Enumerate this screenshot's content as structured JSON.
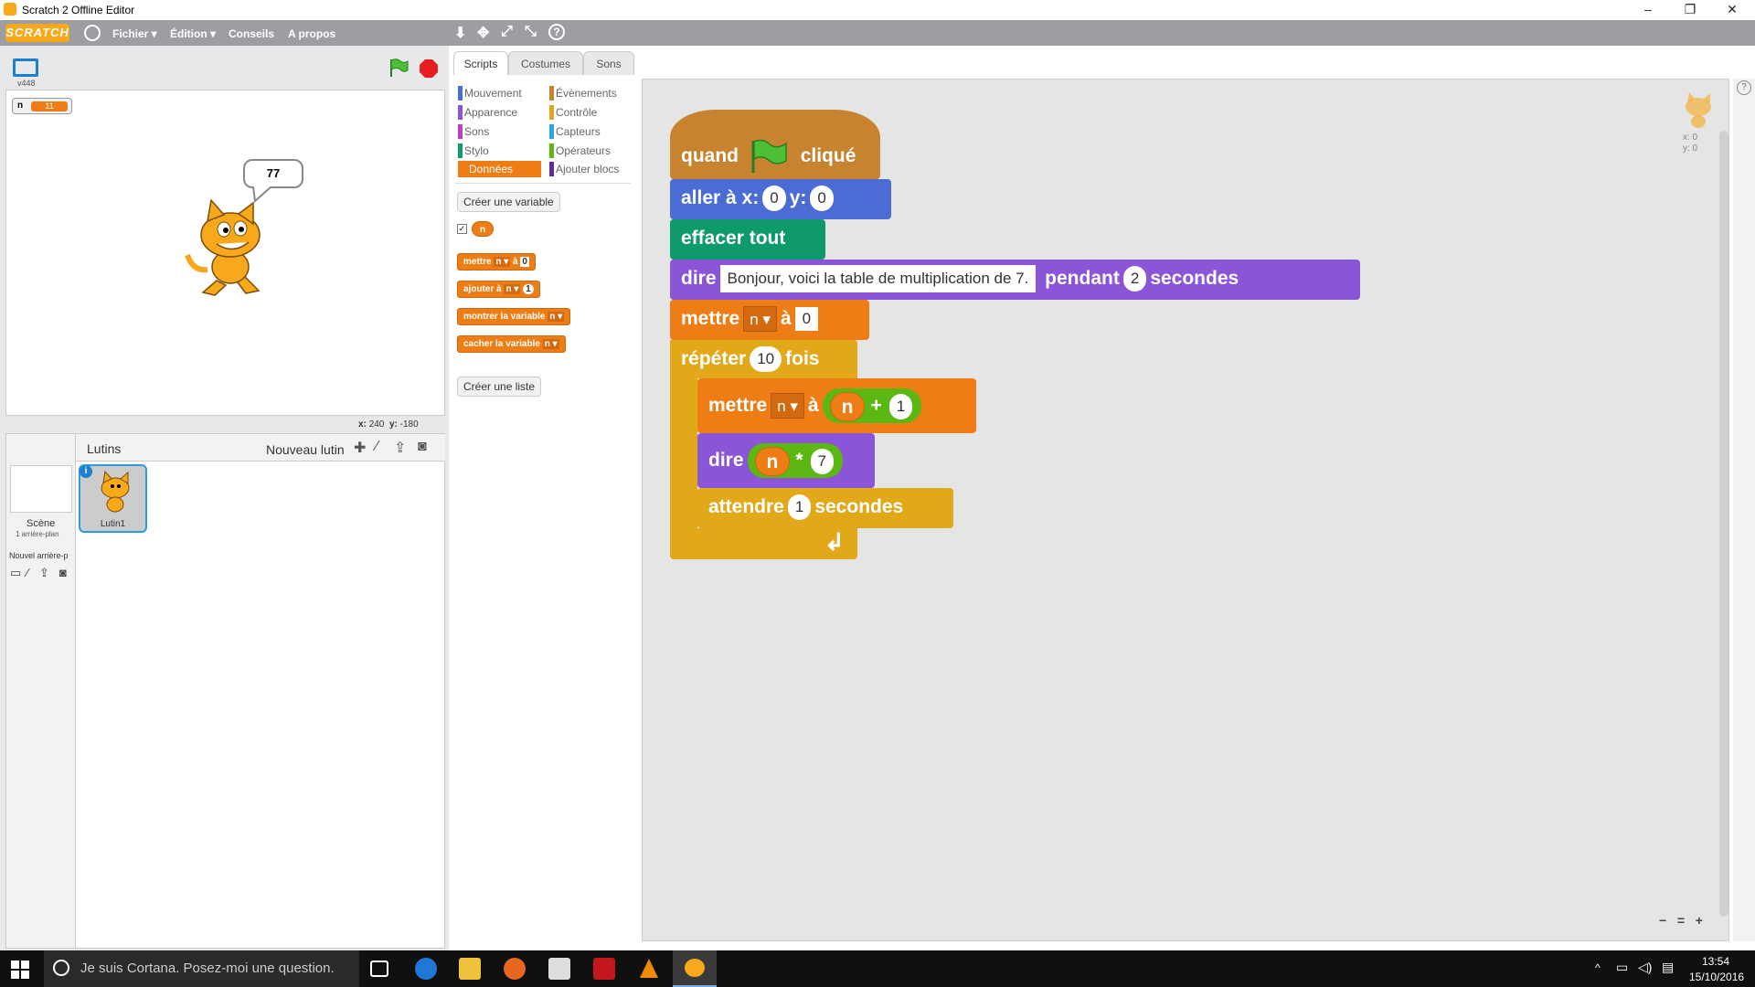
{
  "window": {
    "title": "Scratch 2 Offline Editor",
    "minimize": "–",
    "restore": "❐",
    "close": "✕"
  },
  "menubar": {
    "logo": "SCRATCH",
    "menus": [
      "Fichier ▾",
      "Édition ▾",
      "Conseils",
      "A propos"
    ],
    "tools": [
      "⬇",
      "✥",
      "⤢",
      "⤡",
      "?"
    ]
  },
  "stage": {
    "version": "v448",
    "variable_watcher": {
      "name": "n",
      "value": "11"
    },
    "speech_bubble": "77",
    "coords": {
      "x_label": "x:",
      "x": "240",
      "y_label": "y:",
      "y": "-180"
    }
  },
  "sprites": {
    "header": "Lutins",
    "new_sprite_label": "Nouveau lutin",
    "scene": {
      "label": "Scène",
      "sub": "1 arrière-plan"
    },
    "new_backdrop_label": "Nouvel arrière-p",
    "items": [
      {
        "name": "Lutin1"
      }
    ]
  },
  "tabs": [
    "Scripts",
    "Costumes",
    "Sons"
  ],
  "categories": {
    "left": [
      {
        "label": "Mouvement",
        "color": "#4a6cd4"
      },
      {
        "label": "Apparence",
        "color": "#8a55d7"
      },
      {
        "label": "Sons",
        "color": "#bb42c3"
      },
      {
        "label": "Stylo",
        "color": "#0e9a6c"
      },
      {
        "label": "Données",
        "color": "#ee7d16"
      }
    ],
    "right": [
      {
        "label": "Évènements",
        "color": "#c88330"
      },
      {
        "label": "Contrôle",
        "color": "#e1a91a"
      },
      {
        "label": "Capteurs",
        "color": "#2ca5e2"
      },
      {
        "label": "Opérateurs",
        "color": "#5cb712"
      },
      {
        "label": "Ajouter blocs",
        "color": "#632d99"
      }
    ],
    "active": "Données"
  },
  "palette": {
    "create_variable": "Créer une variable",
    "var_reporter": "n",
    "blocks": [
      {
        "parts": [
          "mettre",
          "n ▾",
          "à",
          "0"
        ]
      },
      {
        "parts": [
          "ajouter",
          "à",
          "n ▾",
          "1"
        ]
      },
      {
        "parts": [
          "montrer la variable",
          "n ▾"
        ]
      },
      {
        "parts": [
          "cacher la variable",
          "n ▾"
        ]
      }
    ],
    "create_list": "Créer une liste"
  },
  "script": {
    "hat": {
      "left": "quand",
      "right": "cliqué"
    },
    "goto": {
      "label": "aller à x:",
      "x": "0",
      "y_label": "y:",
      "y": "0"
    },
    "clear": {
      "label": "effacer tout"
    },
    "say_for": {
      "label": "dire",
      "text": "Bonjour, voici la table de multiplication de 7.",
      "for_label": "pendant",
      "secs": "2",
      "secs_label": "secondes"
    },
    "set": {
      "label": "mettre",
      "var": "n",
      "to": "à",
      "value": "0"
    },
    "repeat": {
      "label": "répéter",
      "count": "10",
      "times": "fois"
    },
    "inner_set": {
      "label": "mettre",
      "var": "n",
      "to": "à",
      "left": "n",
      "op": "+",
      "right": "1"
    },
    "inner_say": {
      "label": "dire",
      "left": "n",
      "op": "*",
      "right": "7"
    },
    "wait": {
      "label": "attendre",
      "secs": "1",
      "secs_label": "secondes"
    },
    "loop_arrow": "↲"
  },
  "scripts_area": {
    "sprite_x": "x: 0",
    "sprite_y": "y: 0",
    "zoom_out": "−",
    "zoom_reset": "=",
    "zoom_in": "+"
  },
  "taskbar": {
    "search_placeholder": "Je suis Cortana. Posez-moi une question.",
    "time": "13:54",
    "date": "15/10/2016"
  }
}
